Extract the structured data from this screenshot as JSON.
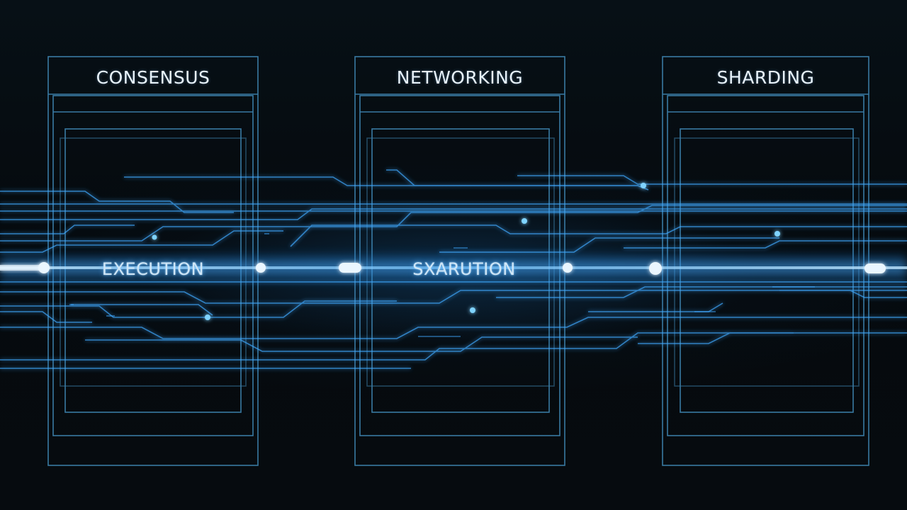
{
  "columns": [
    {
      "title": "CONSENSUS"
    },
    {
      "title": "NETWORKING"
    },
    {
      "title": "SHARDING"
    }
  ],
  "mid_labels": [
    "EXECUTION",
    "SXARUTION"
  ],
  "colors": {
    "background": "#05080b",
    "panel_outline": "#3f86b3",
    "trace": "#3fa9ff",
    "glow_core": "#eaf6ff",
    "text": "#e8f3fb"
  }
}
